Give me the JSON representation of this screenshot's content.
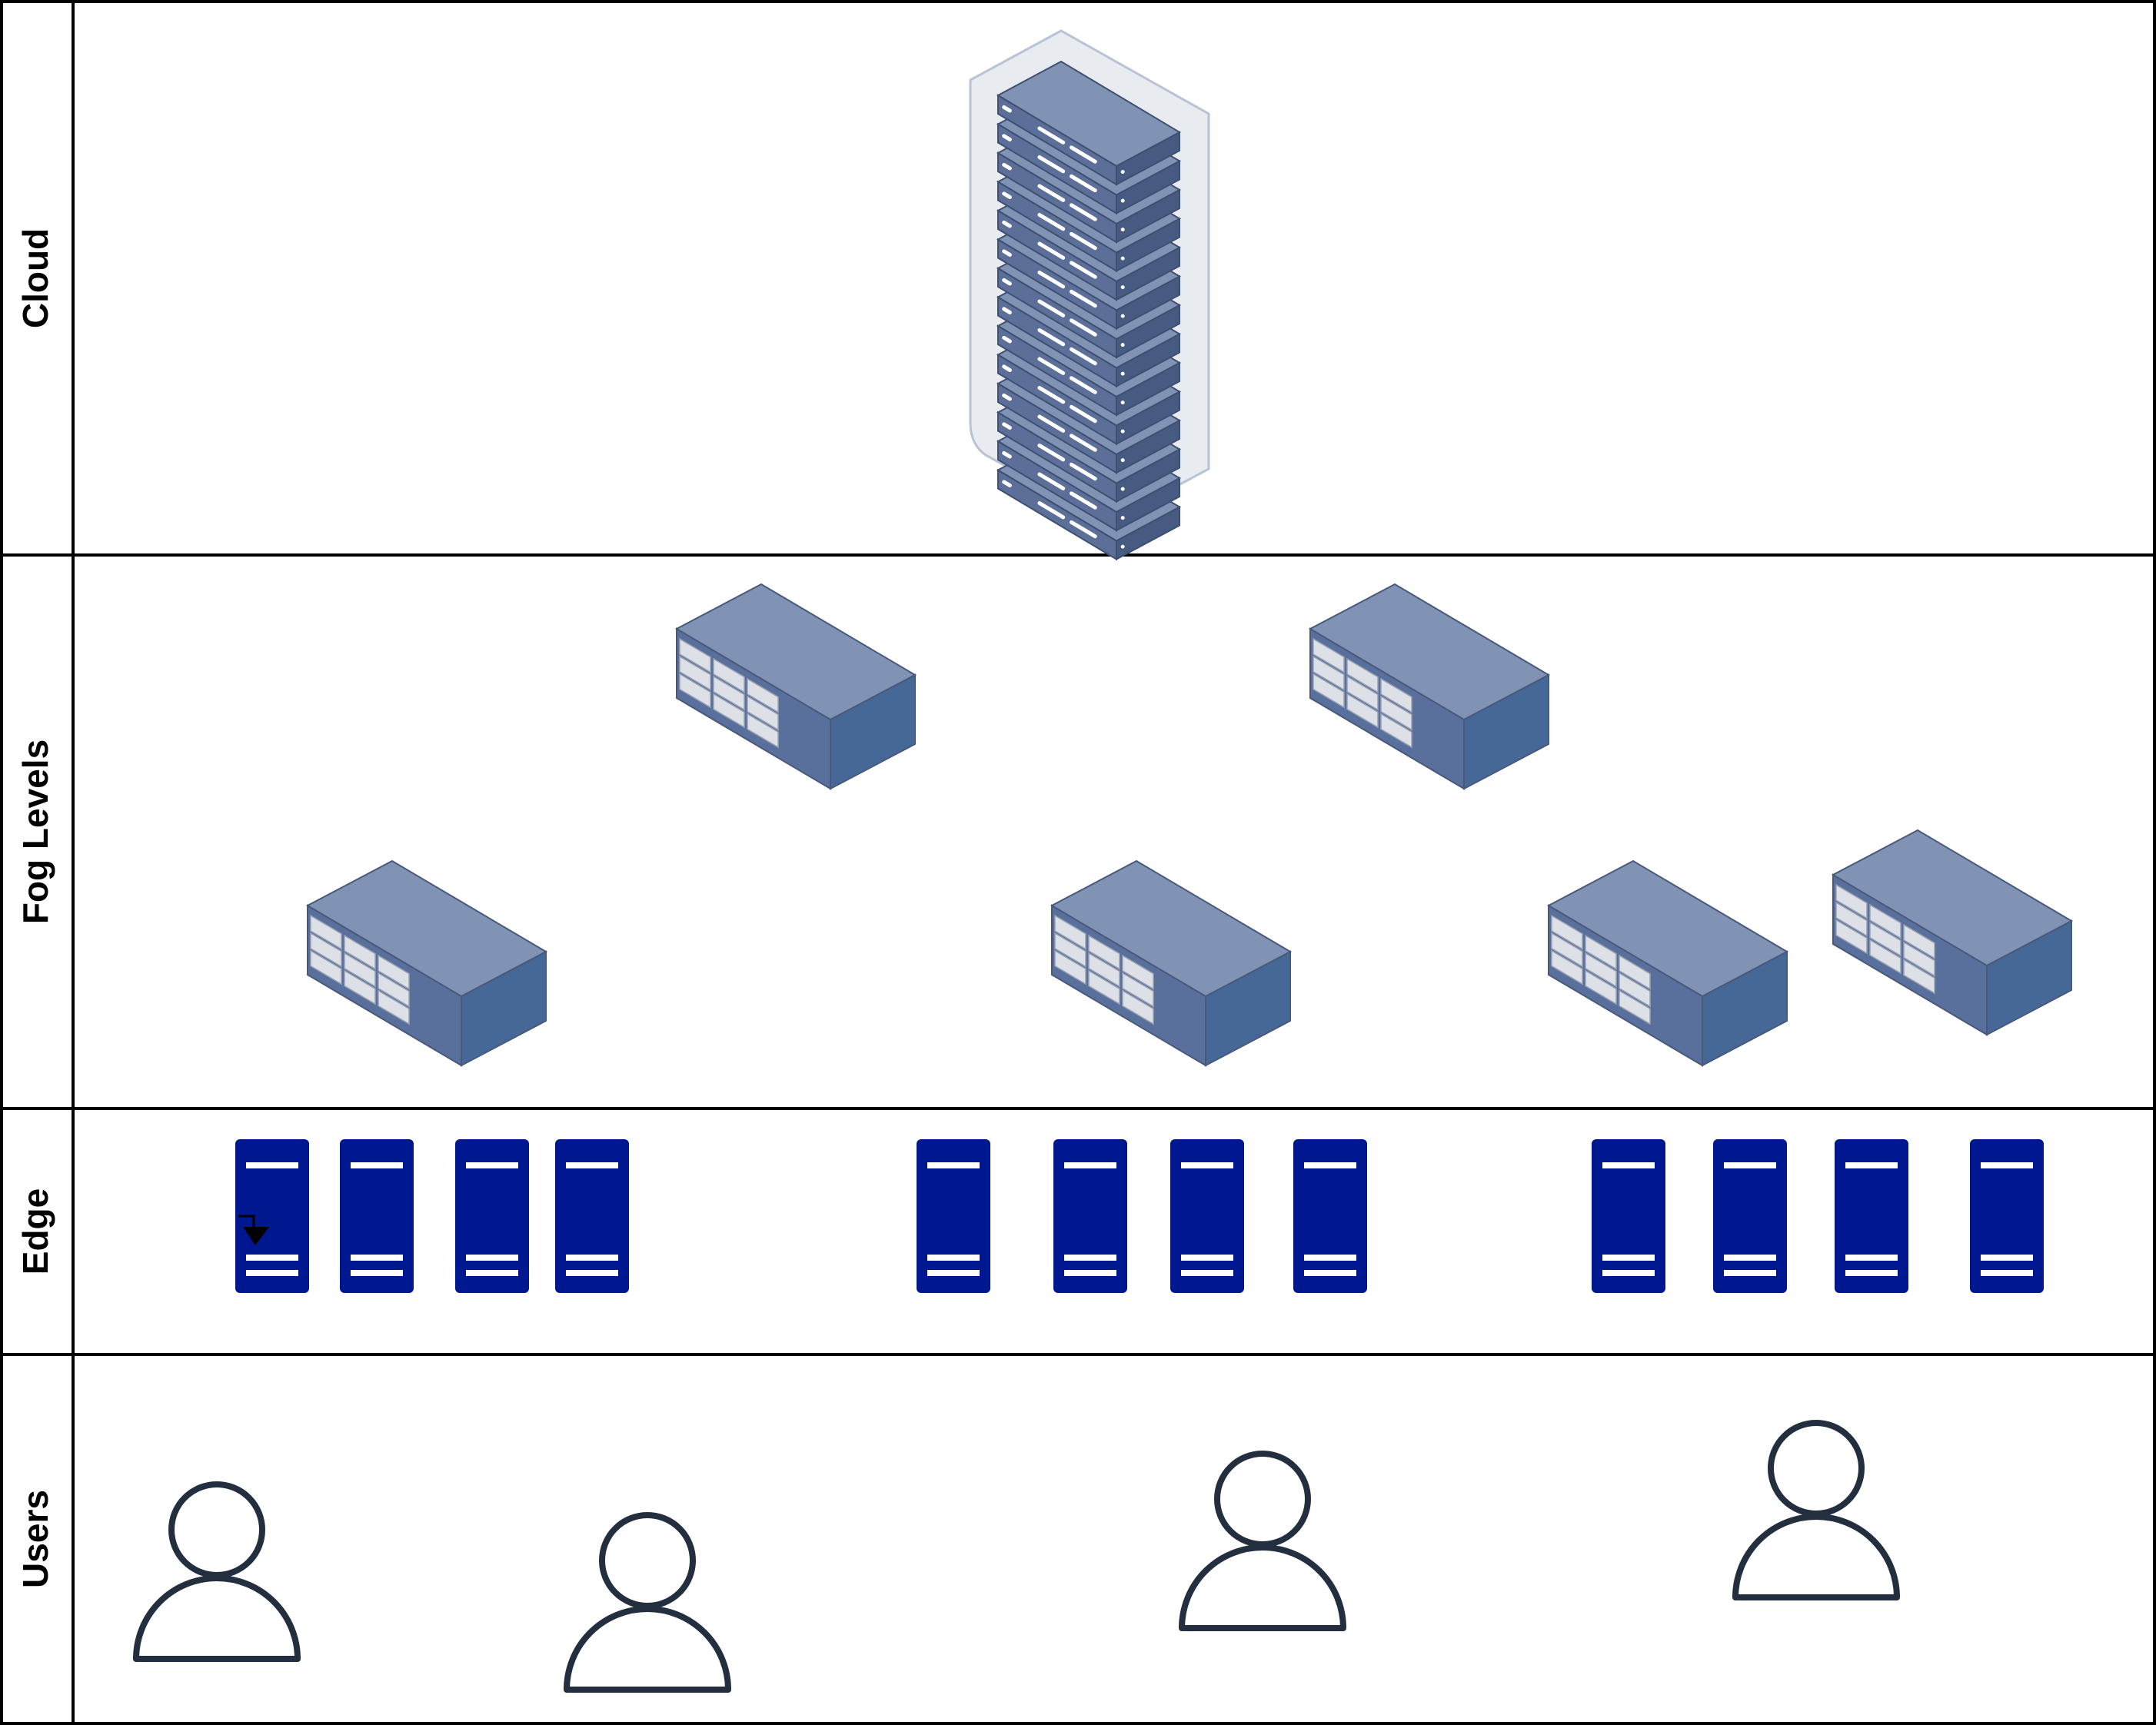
{
  "lanes": [
    {
      "id": "cloud",
      "label": "Cloud"
    },
    {
      "id": "fog",
      "label": "Fog Levels"
    },
    {
      "id": "edge",
      "label": "Edge"
    },
    {
      "id": "users",
      "label": "Users"
    }
  ],
  "icons": {
    "cloud": "server-rack-icon",
    "fog": "fog-node-icon",
    "edge": "edge-server-icon",
    "users": "user-icon"
  },
  "counts": {
    "cloud_racks": 1,
    "fog_nodes": 6,
    "edge_servers": 12,
    "users": 4
  },
  "colors": {
    "border": "#000000",
    "rack_top": "#8193b5",
    "rack_front": "#5b6f98",
    "rack_side": "#465a82",
    "rack_case": "#e8ebf0",
    "fog_top": "#8193b5",
    "fog_front": "#5a709c",
    "fog_side": "#456896",
    "fog_panel": "#dde0e6",
    "edge_server": "#00188f",
    "edge_stripe": "#ffffff",
    "user_stroke": "#232f3e"
  }
}
